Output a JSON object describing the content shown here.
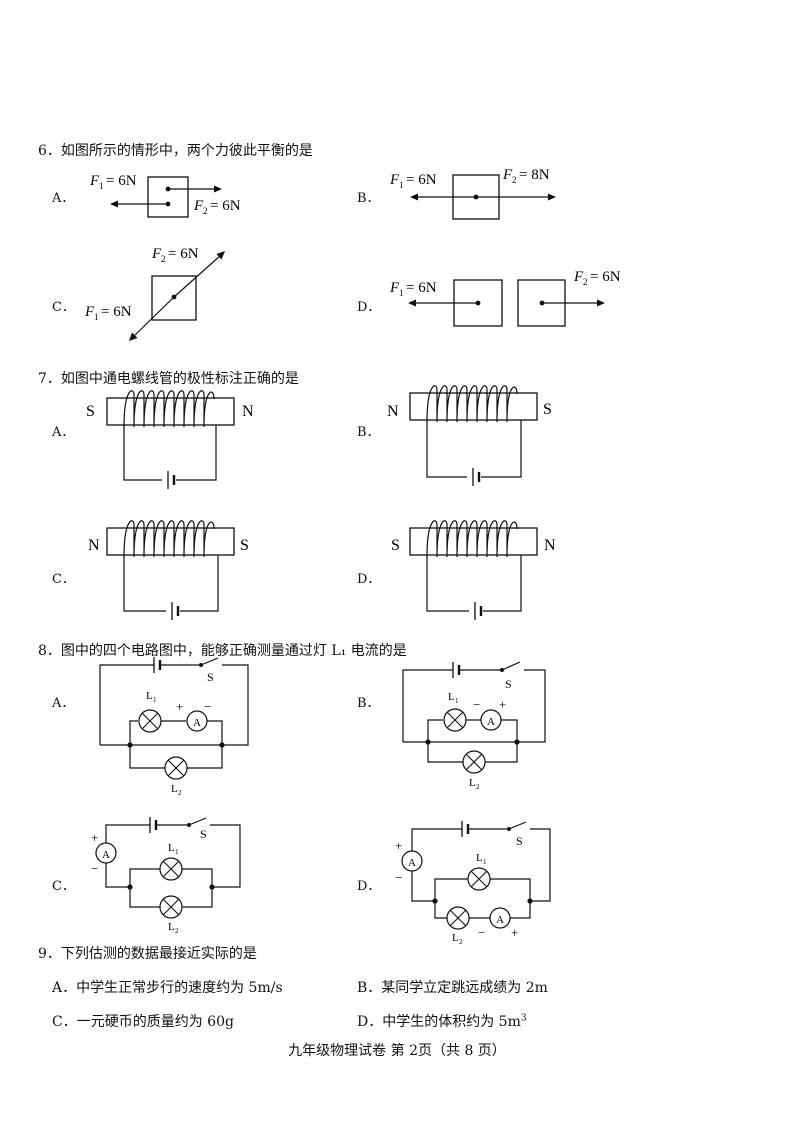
{
  "q6": {
    "stem": "6．如图所示的情形中，两个力彼此平衡的是",
    "options": {
      "A": {
        "letter": "A．",
        "f1": "= 6N",
        "f2": "= 6N"
      },
      "B": {
        "letter": "B．",
        "f1": "= 6N",
        "f2": "= 8N"
      },
      "C": {
        "letter": "C．",
        "f1": "= 6N",
        "f2": "= 6N"
      },
      "D": {
        "letter": "D．",
        "f1": "= 6N",
        "f2": "= 6N"
      }
    },
    "force_symbol": "F",
    "sub1": "1",
    "sub2": "2"
  },
  "q7": {
    "stem": "7．如图中通电螺线管的极性标注正确的是",
    "options": {
      "A": {
        "letter": "A．",
        "left_pole": "S",
        "right_pole": "N"
      },
      "B": {
        "letter": "B．",
        "left_pole": "N",
        "right_pole": "S"
      },
      "C": {
        "letter": "C．",
        "left_pole": "N",
        "right_pole": "S"
      },
      "D": {
        "letter": "D．",
        "left_pole": "S",
        "right_pole": "N"
      }
    }
  },
  "q8": {
    "stem": "8．图中的四个电路图中，能够正确测量通过灯 L₁ 电流的是",
    "options": {
      "A": {
        "letter": "A．"
      },
      "B": {
        "letter": "B．"
      },
      "C": {
        "letter": "C．"
      },
      "D": {
        "letter": "D．"
      }
    },
    "switch_label": "S",
    "lamp1": "L",
    "lamp1_sub": "1",
    "lamp2": "L",
    "lamp2_sub": "2",
    "ammeter": "A",
    "plus": "+",
    "minus": "−"
  },
  "q9": {
    "stem": "9．下列估测的数据最接近实际的是",
    "options": {
      "A": "A．中学生正常步行的速度约为 5m/s",
      "B": "B．某同学立定跳远成绩为 2m",
      "C": "C．一元硬币的质量约为 60g",
      "D_text": "D．中学生的体积约为 5m",
      "D_sup": "3"
    }
  },
  "footer": "九年级物理试卷 第 2页（共 8 页）"
}
